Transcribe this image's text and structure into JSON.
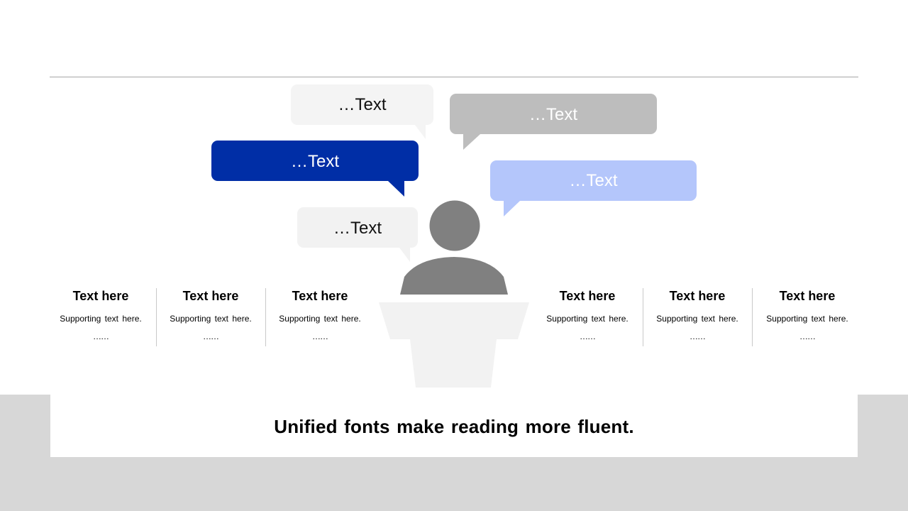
{
  "bubbles": [
    {
      "text": "…Text",
      "color": "#f4f4f4"
    },
    {
      "text": "…Text",
      "color": "#bdbdbd"
    },
    {
      "text": "…Text",
      "color": "#002ea6"
    },
    {
      "text": "…Text",
      "color": "#b4c6fb"
    },
    {
      "text": "…Text",
      "color": "#f2f2f2"
    }
  ],
  "columns": [
    {
      "title": "Text here",
      "subtitle": "Supporting  text here.",
      "dots": "……"
    },
    {
      "title": "Text here",
      "subtitle": "Supporting  text here.",
      "dots": "……"
    },
    {
      "title": "Text here",
      "subtitle": "Supporting  text here.",
      "dots": "……"
    },
    {
      "title": "Text here",
      "subtitle": "Supporting  text here.",
      "dots": "……"
    },
    {
      "title": "Text here",
      "subtitle": "Supporting  text here.",
      "dots": "……"
    },
    {
      "title": "Text here",
      "subtitle": "Supporting  text here.",
      "dots": "……"
    }
  ],
  "caption": "Unified fonts make reading more fluent.",
  "colors": {
    "accent_blue": "#002ea6",
    "light_blue": "#b4c6fb",
    "speaker_gray": "#808080",
    "podium_gray": "#f2f2f2",
    "band_gray": "#d7d7d7"
  }
}
